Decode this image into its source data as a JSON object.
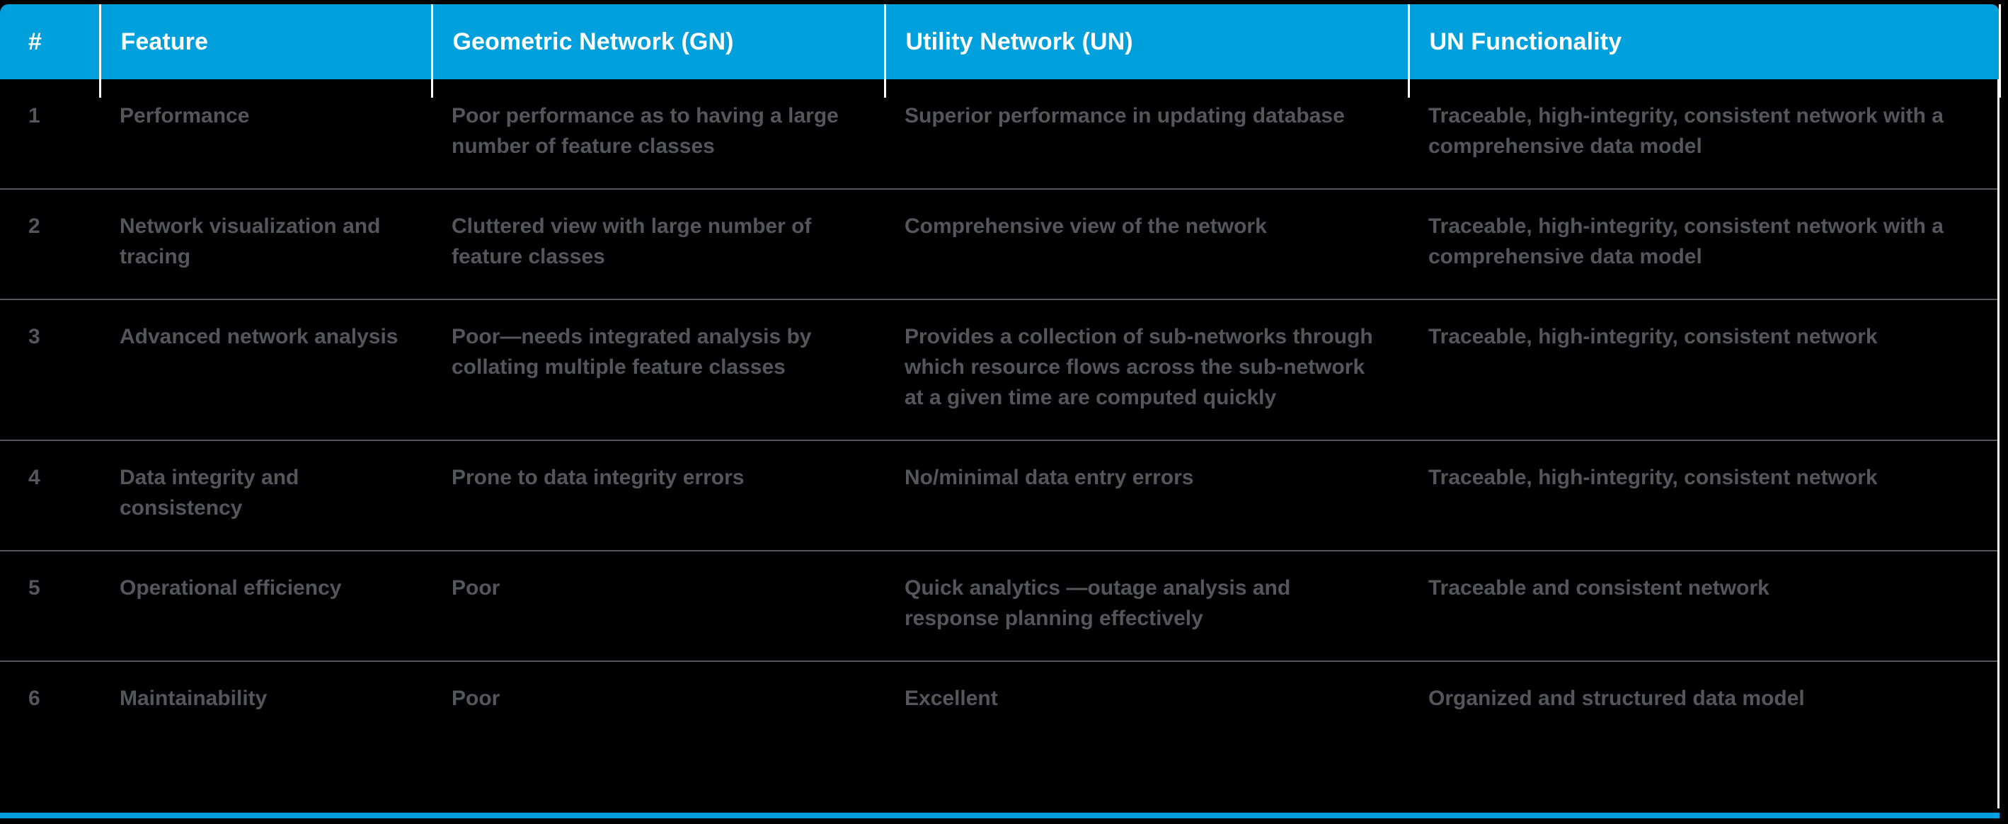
{
  "theme": {
    "header_bg": "#00A0DC",
    "header_text": "#FFFFFF",
    "page_bg": "#000000",
    "body_text": "#53565A",
    "row_divider": "#53565A",
    "accent_bar": "#00A0DC"
  },
  "table": {
    "columns": [
      {
        "key": "num",
        "label": "#"
      },
      {
        "key": "feature",
        "label": "Feature"
      },
      {
        "key": "gn",
        "label": "Geometric Network (GN)"
      },
      {
        "key": "un",
        "label": "Utility Network (UN)"
      },
      {
        "key": "func",
        "label": "UN Functionality"
      }
    ],
    "rows": [
      {
        "num": "1",
        "feature": "Performance",
        "gn": "Poor performance as to having a large number of feature classes",
        "un": "Superior performance in updating database",
        "func": "Traceable, high-integrity, consistent network with a comprehensive data model"
      },
      {
        "num": "2",
        "feature": "Network visualization and tracing",
        "gn": "Cluttered view with large number of feature classes",
        "un": "Comprehensive view of the network",
        "func": "Traceable, high-integrity, consistent network with a comprehensive data model"
      },
      {
        "num": "3",
        "feature": "Advanced network analysis",
        "gn": "Poor—needs integrated analysis by collating multiple feature classes",
        "un": "Provides a collection of sub-networks through which resource flows across the sub-network at a given time are computed quickly",
        "func": "Traceable, high-integrity, consistent network"
      },
      {
        "num": "4",
        "feature": "Data integrity and consistency",
        "gn": "Prone to data integrity errors",
        "un": "No/minimal data entry errors",
        "func": "Traceable, high-integrity, consistent network"
      },
      {
        "num": "5",
        "feature": "Operational efficiency",
        "gn": "Poor",
        "un": "Quick analytics —outage analysis and response planning effectively",
        "func": "Traceable and consistent network"
      },
      {
        "num": "6",
        "feature": "Maintainability",
        "gn": "Poor",
        "un": "Excellent",
        "func": "Organized and structured data model"
      }
    ]
  }
}
